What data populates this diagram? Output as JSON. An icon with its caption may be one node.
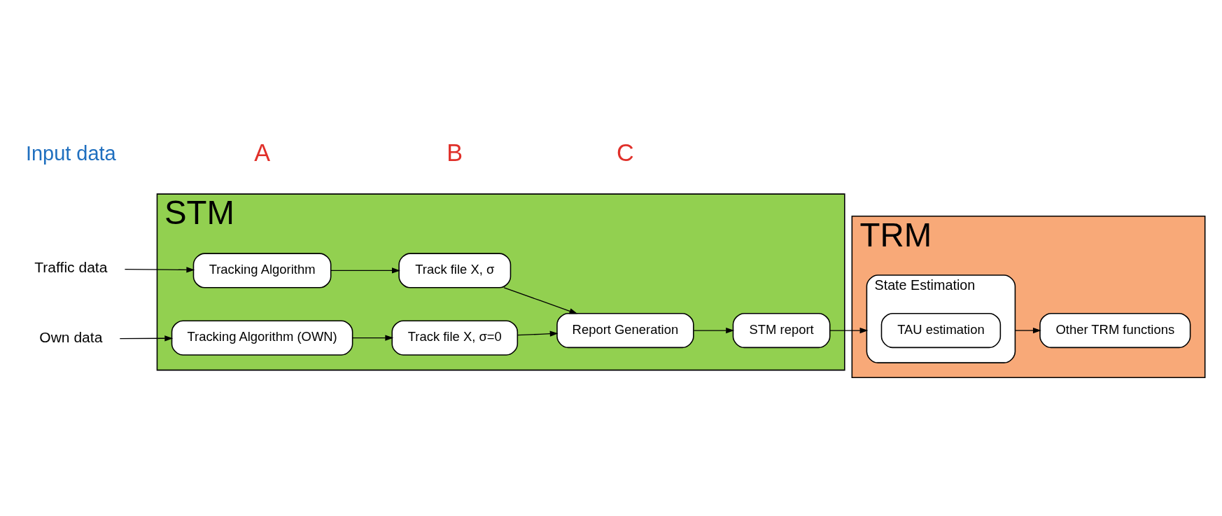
{
  "diagram": {
    "nodes": [
      {
        "text": [
          "STM"
        ]
      },
      {
        "text": [
          "Traffic data"
        ]
      },
      {
        "text": [
          "Own data"
        ]
      },
      {
        "text": [
          "Tracking Algorithm"
        ],
        "in": 0
      },
      {
        "text": [
          "Tracking Algorithm (OWN)"
        ],
        "in": 0
      },
      {
        "text": [
          "Track file X, σ"
        ],
        "in": 0
      },
      {
        "text": [
          "Track file X, σ=0"
        ],
        "in": 0
      },
      {
        "text": [
          "Report Generation"
        ],
        "in": 0
      },
      {
        "text": [
          "STM report"
        ],
        "in": 0
      },
      {
        "text": [
          "TRM"
        ]
      },
      {
        "text": [
          "State Estimation"
        ],
        "in": 9
      },
      {
        "text": [
          "TAU estimation"
        ],
        "in": 10
      },
      {
        "text": [
          "Other TRM functions"
        ],
        "in": 9
      }
    ],
    "edges": [
      {
        "from": 1,
        "to": 3,
        "arrow": "to"
      },
      {
        "from": 2,
        "to": 4,
        "arrow": "to"
      },
      {
        "from": 3,
        "to": 5,
        "arrow": "to"
      },
      {
        "from": 4,
        "to": 6,
        "arrow": "to"
      },
      {
        "from": 5,
        "to": 7,
        "arrow": "to"
      },
      {
        "from": 6,
        "to": 7,
        "arrow": "to"
      },
      {
        "from": 7,
        "to": 8,
        "arrow": "to"
      },
      {
        "from": 8,
        "to": 10,
        "arrow": "to"
      },
      {
        "from": 10,
        "to": 12,
        "arrow": "to"
      }
    ],
    "labels": [
      "Input data",
      "A",
      "B",
      "C"
    ]
  }
}
